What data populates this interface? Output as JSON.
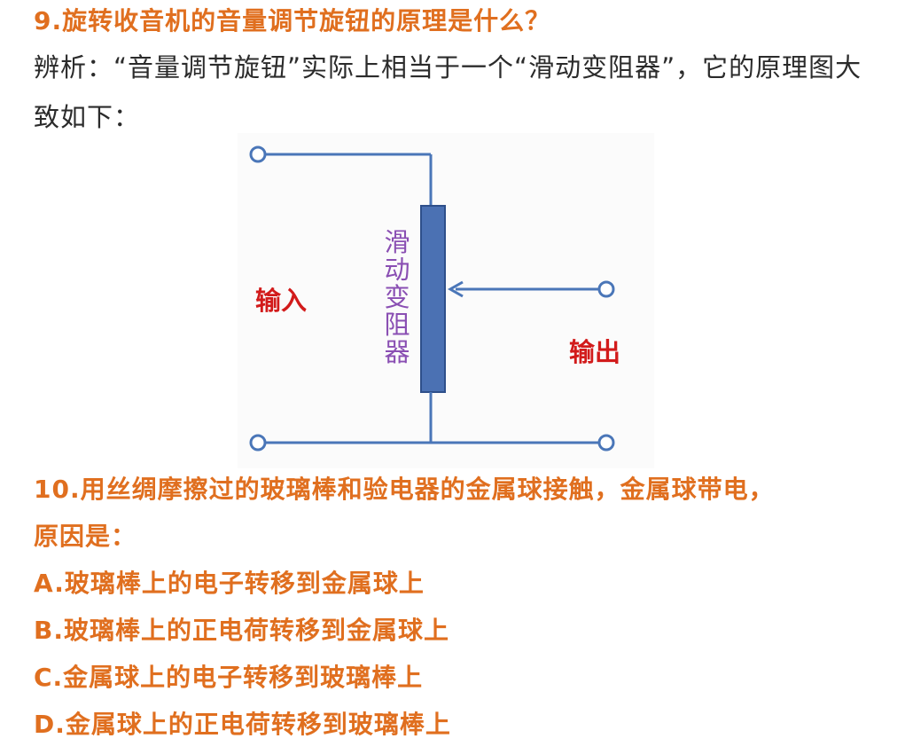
{
  "question9": {
    "title": "9.旋转收音机的音量调节旋钮的原理是什么？",
    "analysis": "辨析：“音量调节旋钮”实际上相当于一个“滑动变阻器”，它的原理图大致如下："
  },
  "diagram": {
    "resistor_chars": [
      "滑",
      "动",
      "变",
      "阻",
      "器"
    ],
    "input_label": "输入",
    "output_label": "输出",
    "colors": {
      "wire": "#4a76b8",
      "resistor_fill": "#4b71b3",
      "resistor_label": "#8a4fb3",
      "io_label": "#d21b1b"
    }
  },
  "question10": {
    "stem_line1": "10.用丝绸摩擦过的玻璃棒和验电器的金属球接触，金属球带电，",
    "stem_line2": "原因是：",
    "options": [
      "A.玻璃棒上的电子转移到金属球上",
      "B.玻璃棒上的正电荷转移到金属球上",
      "C.金属球上的电子转移到玻璃棒上",
      "D.金属球上的正电荷转移到玻璃棒上"
    ]
  },
  "colors": {
    "heading": "#e06f1f",
    "body_text": "#2b2b2b"
  }
}
